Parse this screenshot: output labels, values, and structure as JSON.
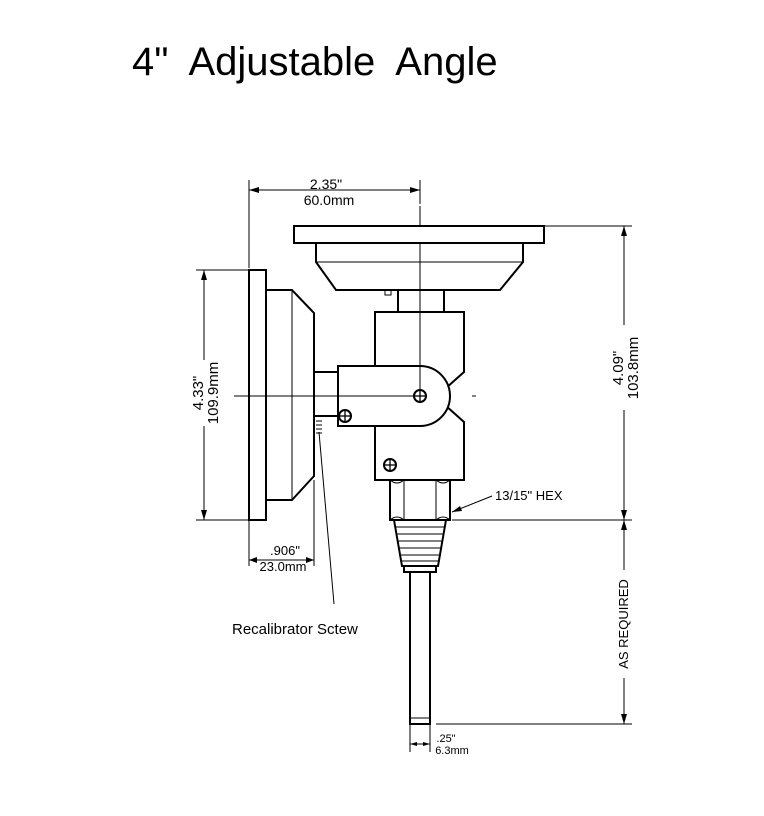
{
  "title": "4\"  Adjustable  Angle",
  "dimensions": {
    "width_in": "2.35\"",
    "width_mm": "60.0mm",
    "height_in": "4.33\"",
    "height_mm": "109.9mm",
    "depth_in": ".906\"",
    "depth_mm": "23.0mm",
    "stem_offset_in": "4.09\"",
    "stem_offset_mm": "103.8mm",
    "stem_dia_in": ".25\"",
    "stem_dia_mm": "6.3mm"
  },
  "labels": {
    "hex": "13/15\" HEX",
    "stem_length": "AS REQUIRED",
    "recalibrator": "Recalibrator Sctew"
  }
}
